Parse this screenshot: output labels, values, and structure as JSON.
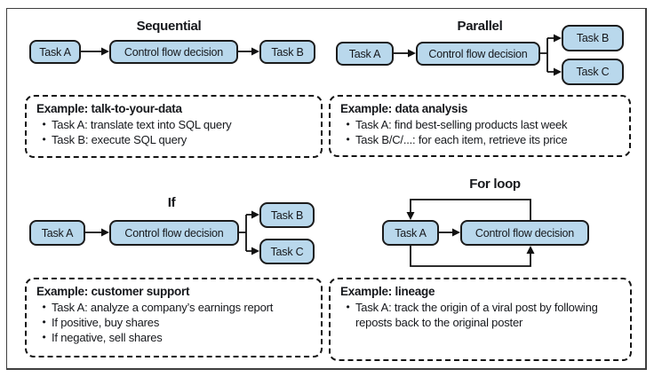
{
  "colors": {
    "node_fill": "#b9d8ec",
    "node_border": "#1b1b1b",
    "line": "#111111",
    "frame_border": "#3f3f3f",
    "text": "#16181c",
    "background": "#ffffff"
  },
  "diagrams": {
    "sequential": {
      "title": "Sequential",
      "task_a": "Task A",
      "decision": "Control flow decision",
      "task_b": "Task B"
    },
    "parallel": {
      "title": "Parallel",
      "task_a": "Task A",
      "decision": "Control flow decision",
      "task_b": "Task B",
      "task_c": "Task C"
    },
    "if": {
      "title": "If",
      "task_a": "Task A",
      "decision": "Control flow decision",
      "task_b": "Task B",
      "task_c": "Task C"
    },
    "for_loop": {
      "title": "For loop",
      "task_a": "Task A",
      "decision": "Control flow decision"
    }
  },
  "bullet_char": "•",
  "examples": {
    "talk_to_your_data": {
      "title": "Example: talk-to-your-data",
      "bullets": [
        "Task A: translate text into SQL query",
        "Task B: execute SQL query"
      ]
    },
    "data_analysis": {
      "title": "Example: data analysis",
      "bullets": [
        "Task A: find best-selling products last week",
        "Task B/C/...: for each item, retrieve its price"
      ]
    },
    "customer_support": {
      "title": "Example: customer support",
      "bullets": [
        "Task A: analyze a company’s earnings report",
        "If positive, buy shares",
        "If negative, sell shares"
      ]
    },
    "lineage": {
      "title": "Example: lineage",
      "bullets": [
        "Task A: track the origin of a viral post by following reposts back to the original poster"
      ]
    }
  }
}
